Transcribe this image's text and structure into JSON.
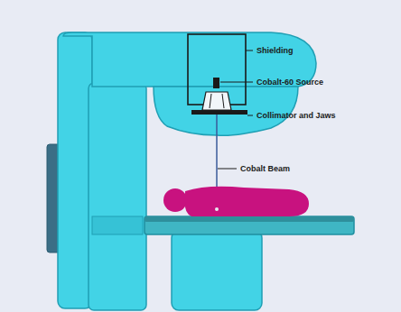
{
  "diagram": {
    "labels": [
      "Shielding",
      "Cobalt-60 Source",
      "Collimator and Jaws",
      "Cobalt Beam"
    ]
  }
}
